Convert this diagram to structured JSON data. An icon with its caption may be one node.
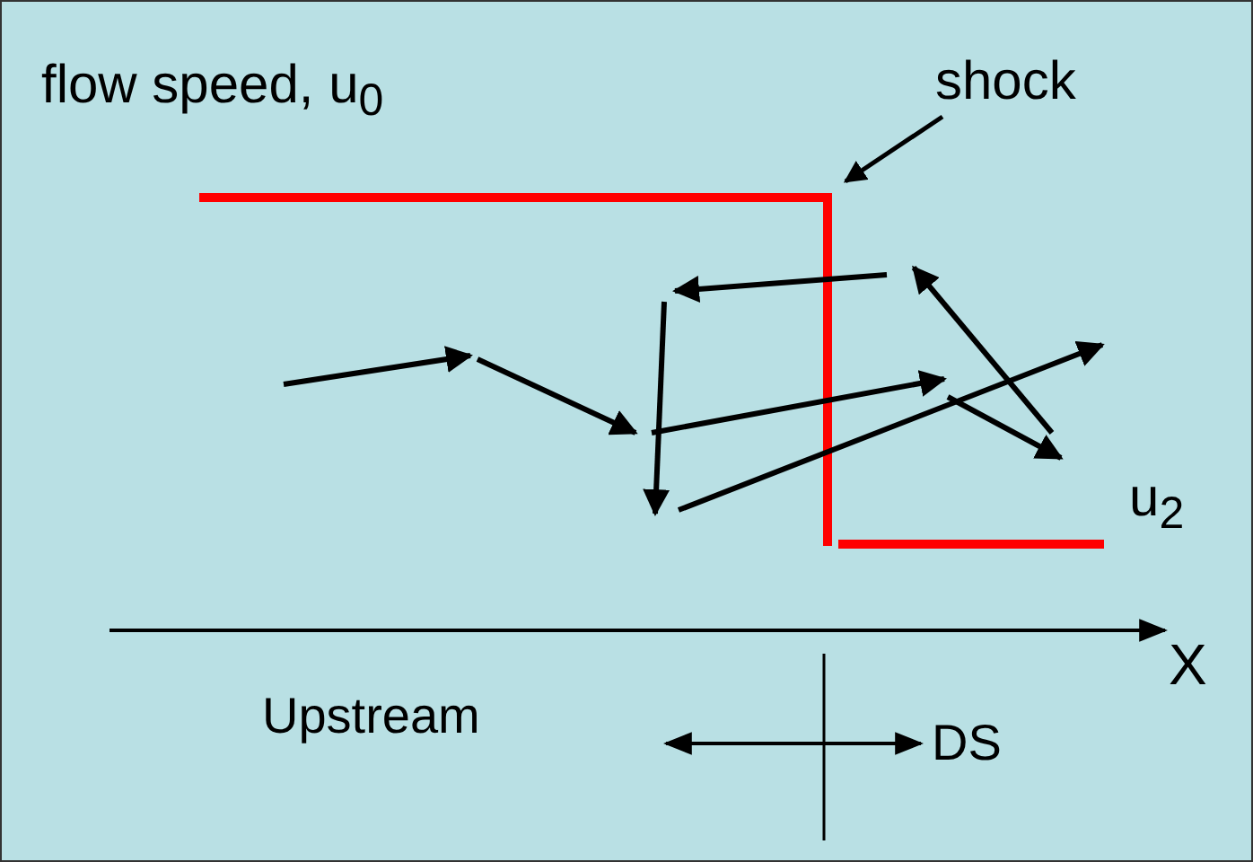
{
  "diagram": {
    "nodes": [
      {
        "text": [
          "shock"
        ]
      },
      {
        "text": [],
        "shape": "line"
      }
    ],
    "edges": [
      {
        "from": 0,
        "to": 1,
        "arrow": "to"
      }
    ],
    "labels": [
      "flow speed, u$_{0}$",
      "u$_{2}$",
      "X",
      "Upstream",
      "DS"
    ]
  }
}
